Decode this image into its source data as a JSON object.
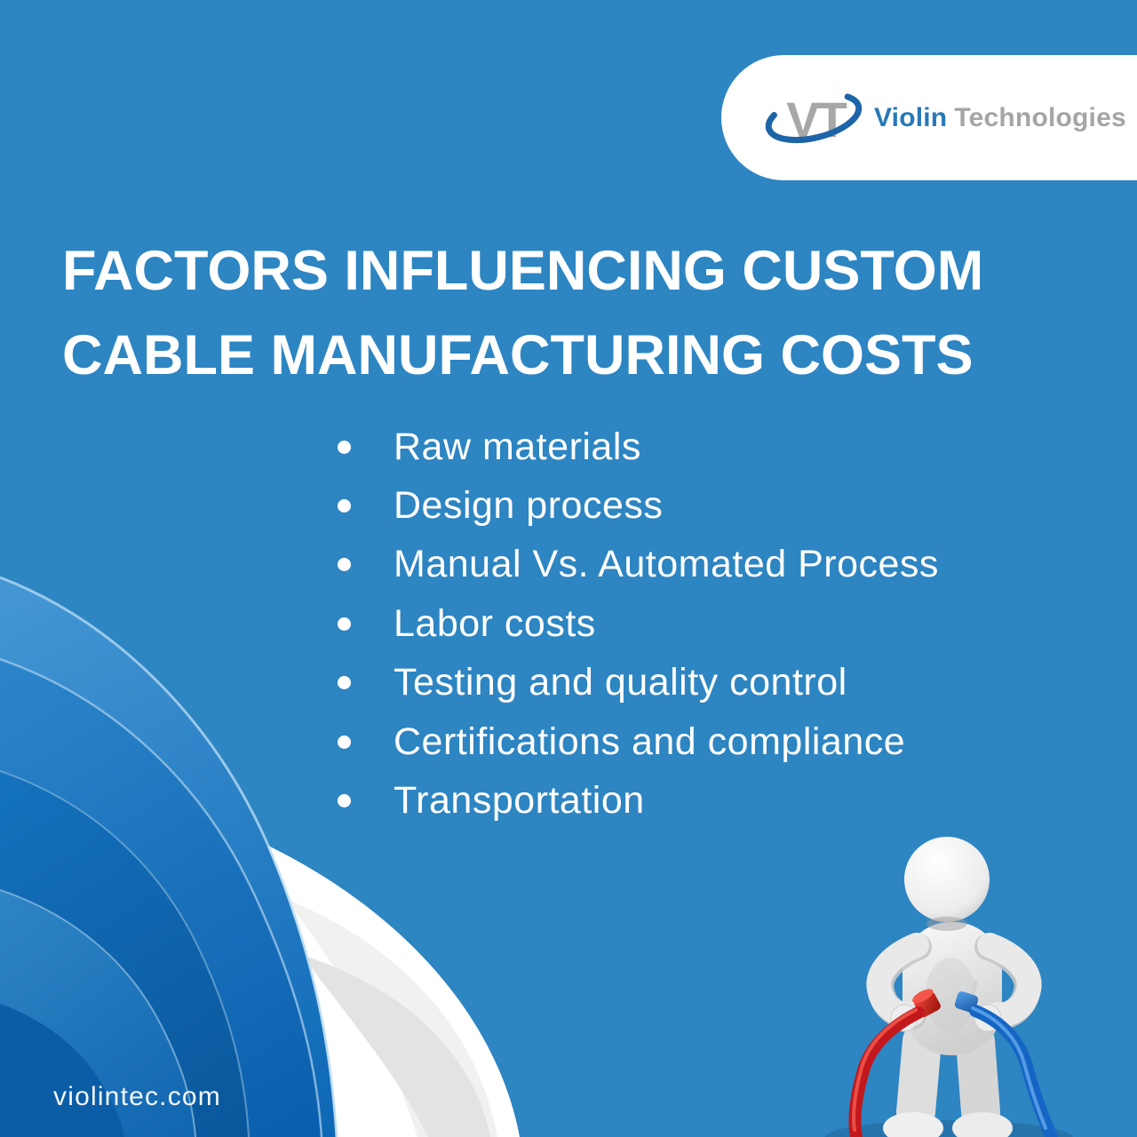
{
  "logo": {
    "monogram": "VT",
    "name_primary": "Violin",
    "name_secondary": "Technologies"
  },
  "title": {
    "line1": "FACTORS INFLUENCING CUSTOM",
    "line2": "CABLE MANUFACTURING COSTS"
  },
  "bullets": [
    "Raw materials",
    "Design process",
    "Manual Vs. Automated Process",
    "Labor costs",
    "Testing and quality control",
    "Certifications and compliance",
    "Transportation"
  ],
  "footer": {
    "website": "violintec.com"
  },
  "illustration": {
    "name": "3d-figure-holding-red-and-blue-plugs"
  },
  "colors": {
    "background": "#2d85c2",
    "arc_dark_blue": "#0a5fae",
    "arc_light_edge": "#a6d0ee",
    "petal_white": "#ffffff",
    "petal_gray": "#e3e3e1",
    "text": "#ffffff",
    "logo_blue": "#2878b8",
    "logo_gray": "#a5a5a5",
    "swoosh_blue": "#1d64a8",
    "plug_red": "#e0281c",
    "plug_blue": "#2a7de1",
    "cable_red": "#c2181d",
    "cable_blue": "#1566c4"
  }
}
